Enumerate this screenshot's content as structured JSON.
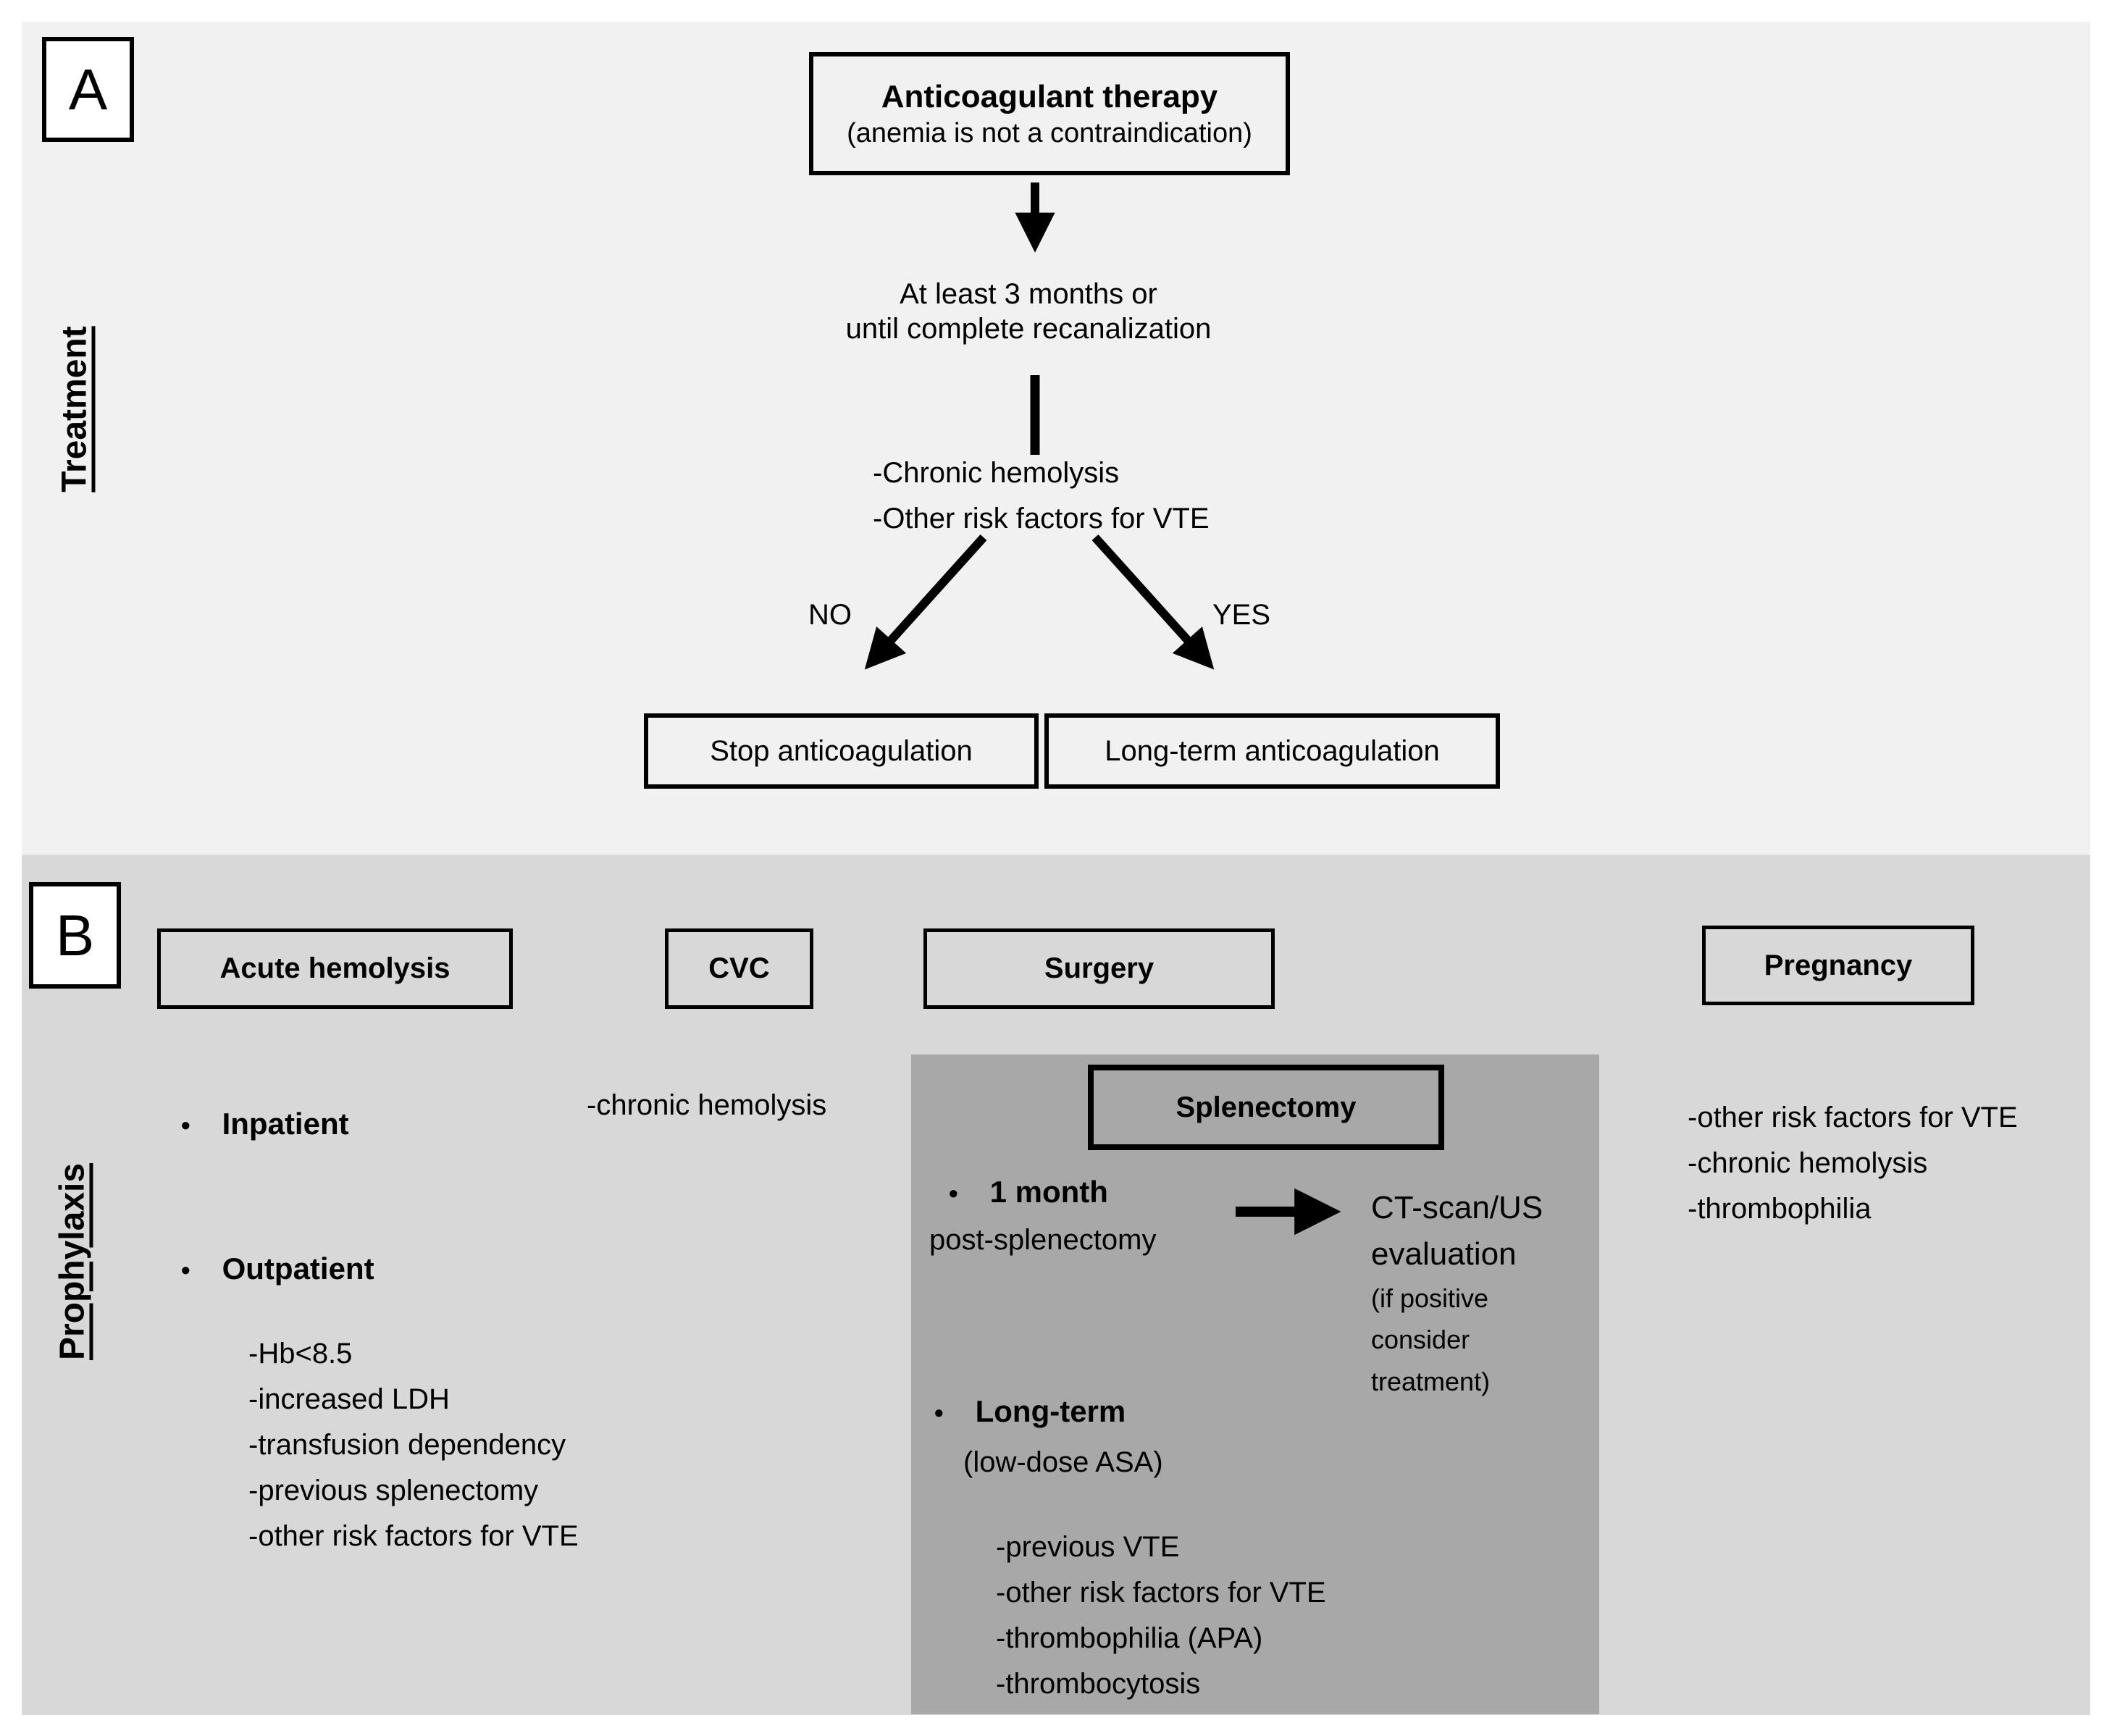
{
  "glyphs": {
    "bullet": "•"
  },
  "colors": {
    "panel_a_bg": "#f1f1f1",
    "panel_b_bg": "#d8d8d8",
    "splenectomy_bg": "#a8a8a8",
    "line_color": "#000000"
  },
  "panel_a": {
    "label": "A",
    "side_label": "Treatment",
    "start_box": {
      "title": "Anticoagulant therapy",
      "subtitle": "(anemia is not a contraindication)"
    },
    "duration_line1": "At least 3 months or",
    "duration_line2": "until complete recanalization",
    "risk_factors": [
      "-Chronic hemolysis",
      "-Other risk factors for VTE"
    ],
    "no_label": "NO",
    "yes_label": "YES",
    "stop_box": "Stop anticoagulation",
    "longterm_box": "Long-term anticoagulation"
  },
  "panel_b": {
    "label": "B",
    "side_label": "Prophylaxis",
    "acute": {
      "header": "Acute hemolysis",
      "bullet1": "Inpatient",
      "bullet2": "Outpatient",
      "outpatient_items": [
        "-Hb<8.5",
        "-increased LDH",
        "-transfusion dependency",
        "-previous splenectomy",
        "-other risk factors for VTE"
      ]
    },
    "cvc": {
      "header": "CVC",
      "item": "-chronic hemolysis"
    },
    "surgery": {
      "header": "Surgery",
      "splenectomy": {
        "header": "Splenectomy",
        "bullet1": "1 month",
        "bullet1_sub": "post-splenectomy",
        "ct_line1": "CT-scan/US",
        "ct_line2": "evaluation",
        "ct_note1": "(if positive",
        "ct_note2": "consider",
        "ct_note3": "treatment)",
        "bullet2": "Long-term",
        "bullet2_sub": "(low-dose ASA)",
        "longterm_items": [
          "-previous VTE",
          "-other risk factors for VTE",
          "-thrombophilia (APA)",
          "-thrombocytosis"
        ]
      }
    },
    "pregnancy": {
      "header": "Pregnancy",
      "items": [
        "-other risk factors for VTE",
        "-chronic hemolysis",
        "-thrombophilia"
      ]
    }
  }
}
